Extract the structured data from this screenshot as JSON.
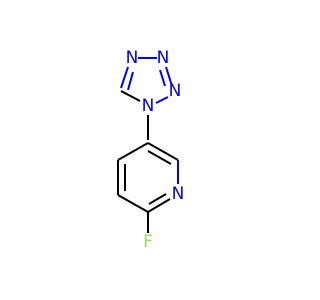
{
  "molecule": {
    "atoms": {
      "n1": "N",
      "n2": "N",
      "n3": "N",
      "n4": "N",
      "n_pyr": "N",
      "f": "F"
    },
    "colors": {
      "bond": "#000000",
      "nitrogen": "#0000ff",
      "fluorine": "#90e050"
    }
  }
}
